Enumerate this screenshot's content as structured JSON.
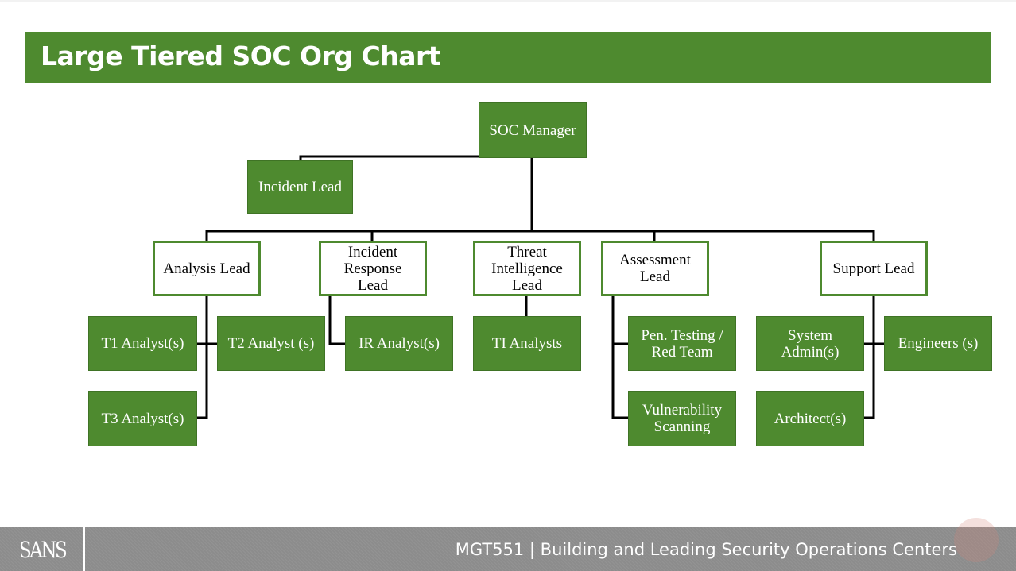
{
  "slide": {
    "title": "Large Tiered SOC Org Chart"
  },
  "colors": {
    "brand_green": "#4e8a2f",
    "footer_gray": "#8c8c8c"
  },
  "org_chart": {
    "manager": "SOC Manager",
    "incident_lead": "Incident Lead",
    "leads": {
      "analysis": "Analysis Lead",
      "incident_response": "Incident Response Lead",
      "threat_intel": "Threat Intelligence Lead",
      "assessment": "Assessment Lead",
      "support": "Support Lead"
    },
    "staff": {
      "t1": "T1 Analyst(s)",
      "t2": "T2 Analyst (s)",
      "t3": "T3 Analyst(s)",
      "ir": "IR Analyst(s)",
      "ti": "TI Analysts",
      "pentest": "Pen. Testing / Red Team",
      "vuln": "Vulnerability Scanning",
      "sysadmin": "System Admin(s)",
      "engineers": "Engineers (s)",
      "architect": "Architect(s)"
    }
  },
  "footer": {
    "logo": "SANS",
    "course": "MGT551 | Building and Leading Security Operations Centers"
  }
}
